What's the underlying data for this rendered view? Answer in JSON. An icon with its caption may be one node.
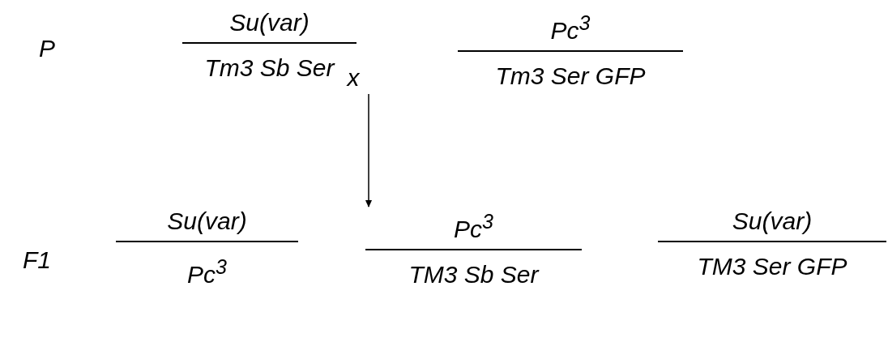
{
  "diagram": {
    "nodes": [
      {
        "text": [
          "Su(var)",
          "Tm3 Sb Ser"
        ]
      },
      {
        "text": [
          "x"
        ]
      },
      {
        "text": [
          "Pc$^{3}$",
          "Tm3 Ser GFP"
        ]
      },
      {
        "text": [
          "Su(var)",
          "Pc$^{3}$"
        ]
      },
      {
        "text": [
          "Pc$^{3}$",
          "TM3 Sb Ser"
        ]
      },
      {
        "text": [
          "Su(var)",
          "TM3 Ser GFP"
        ]
      }
    ],
    "edges": [
      {
        "from": 1,
        "to": 4,
        "arrow": "to"
      }
    ],
    "labels": [
      "P",
      "F1"
    ]
  }
}
